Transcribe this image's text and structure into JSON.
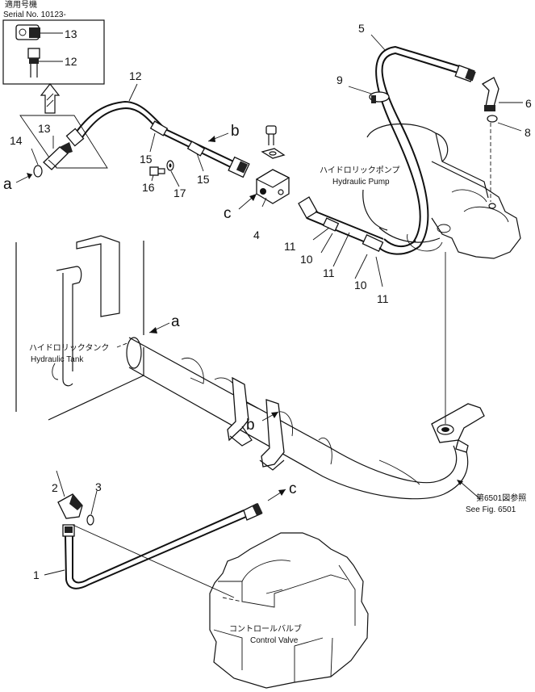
{
  "inset": {
    "title_jp": "適用号機",
    "serial": "Serial No. 10123-",
    "labels": [
      "13",
      "12"
    ]
  },
  "callouts": [
    "1",
    "2",
    "3",
    "4",
    "5",
    "6",
    "8",
    "9",
    "10",
    "10",
    "11",
    "11",
    "11",
    "12",
    "13",
    "14",
    "15",
    "15",
    "16",
    "17"
  ],
  "connection_marks": {
    "a": "a",
    "b": "b",
    "c": "c"
  },
  "components": {
    "hydraulic_pump": {
      "jp": "ハイドロリックポンプ",
      "en": "Hydraulic Pump"
    },
    "hydraulic_tank": {
      "jp": "ハイドロリックタンク",
      "en": "Hydraulic Tank"
    },
    "control_valve": {
      "jp": "コントロールバルブ",
      "en": "Control Valve"
    }
  },
  "reference": {
    "jp": "第6501図参照",
    "en": "See Fig. 6501"
  }
}
